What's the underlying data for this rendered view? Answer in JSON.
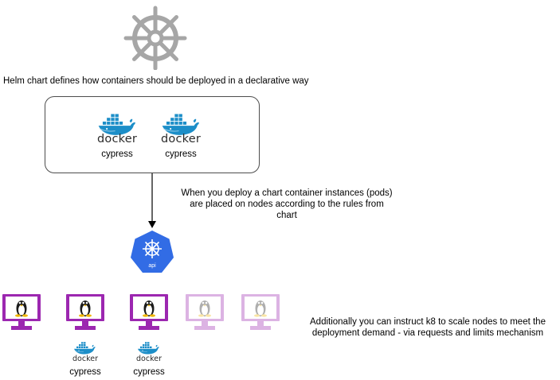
{
  "helm": {
    "icon": "helm-wheel-icon",
    "caption": "Helm chart defines how containers should be deployed in a declarative way"
  },
  "chart_box": {
    "containers": [
      {
        "icon": "docker-icon",
        "brand": "docker",
        "label": "cypress"
      },
      {
        "icon": "docker-icon",
        "brand": "docker",
        "label": "cypress"
      }
    ]
  },
  "deploy_note": {
    "line1": "When you deploy a chart container instances (pods)",
    "line2": "are placed on nodes according to the rules from",
    "line3": "chart"
  },
  "kubernetes": {
    "icon": "kubernetes-api-icon",
    "label": "api"
  },
  "nodes": [
    {
      "icon": "linux-monitor-icon",
      "state": "active"
    },
    {
      "icon": "linux-monitor-icon",
      "state": "active"
    },
    {
      "icon": "linux-monitor-icon",
      "state": "active"
    },
    {
      "icon": "linux-monitor-icon",
      "state": "inactive"
    },
    {
      "icon": "linux-monitor-icon",
      "state": "inactive"
    }
  ],
  "pods": [
    {
      "icon": "docker-icon",
      "brand": "docker",
      "label": "cypress"
    },
    {
      "icon": "docker-icon",
      "brand": "docker",
      "label": "cypress"
    }
  ],
  "scale_note": {
    "line1": "Additionally you can instruct k8 to scale nodes to meet the",
    "line2": "deployment demand - via requests and limits mechanism"
  },
  "colors": {
    "helm_gray": "#a6a6a6",
    "docker_blue": "#1c8ec8",
    "k8s_blue": "#326ce5",
    "node_purple": "#9c27b0",
    "node_purple_faded": "#d1b3dc"
  }
}
